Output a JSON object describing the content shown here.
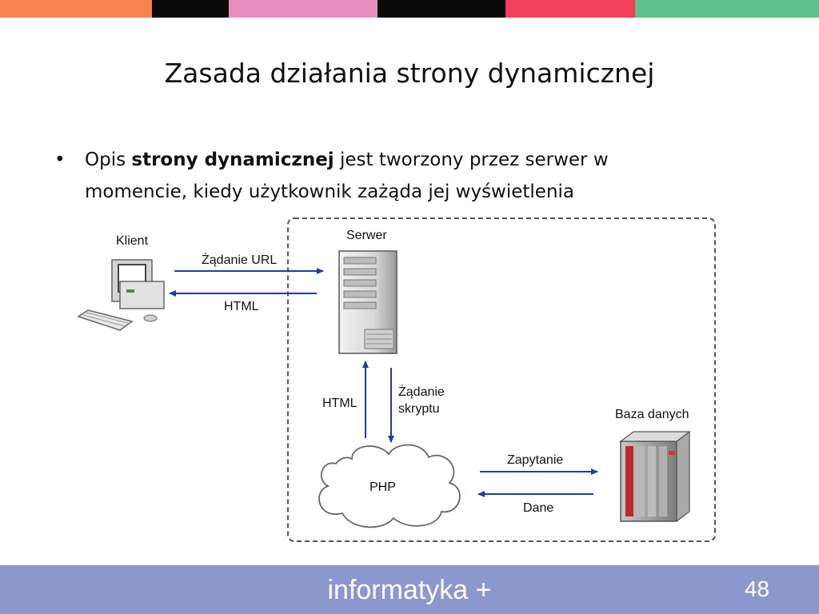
{
  "colors": {
    "top_bar": [
      "#f7814f",
      "#0a0a0a",
      "#e98fc0",
      "#0a0a0a",
      "#f1415a",
      "#5ec28e"
    ],
    "footer": "#8c97cc",
    "arrow": "#1f3c9e"
  },
  "slide": {
    "title": "Zasada działania strony dynamicznej",
    "bullet": {
      "prefix": "Opis ",
      "bold": "strony dynamicznej",
      "suffix": " jest tworzony przez serwer w momencie, kiedy użytkownik zażąda jej wyświetlenia"
    }
  },
  "diagram": {
    "client_label": "Klient",
    "server_label": "Serwer",
    "database_label": "Baza danych",
    "php_label": "PHP",
    "request_url": "Żądanie URL",
    "html_to_client": "HTML",
    "html_to_server": "HTML",
    "script_request_line1": "Żądanie",
    "script_request_line2": "skryptu",
    "query": "Zapytanie",
    "data": "Dane",
    "icons": [
      "computer-icon",
      "server-tower-icon",
      "database-cabinet-icon",
      "cloud-icon"
    ]
  },
  "footer": {
    "brand": "informatyka +",
    "page_number": "48"
  }
}
